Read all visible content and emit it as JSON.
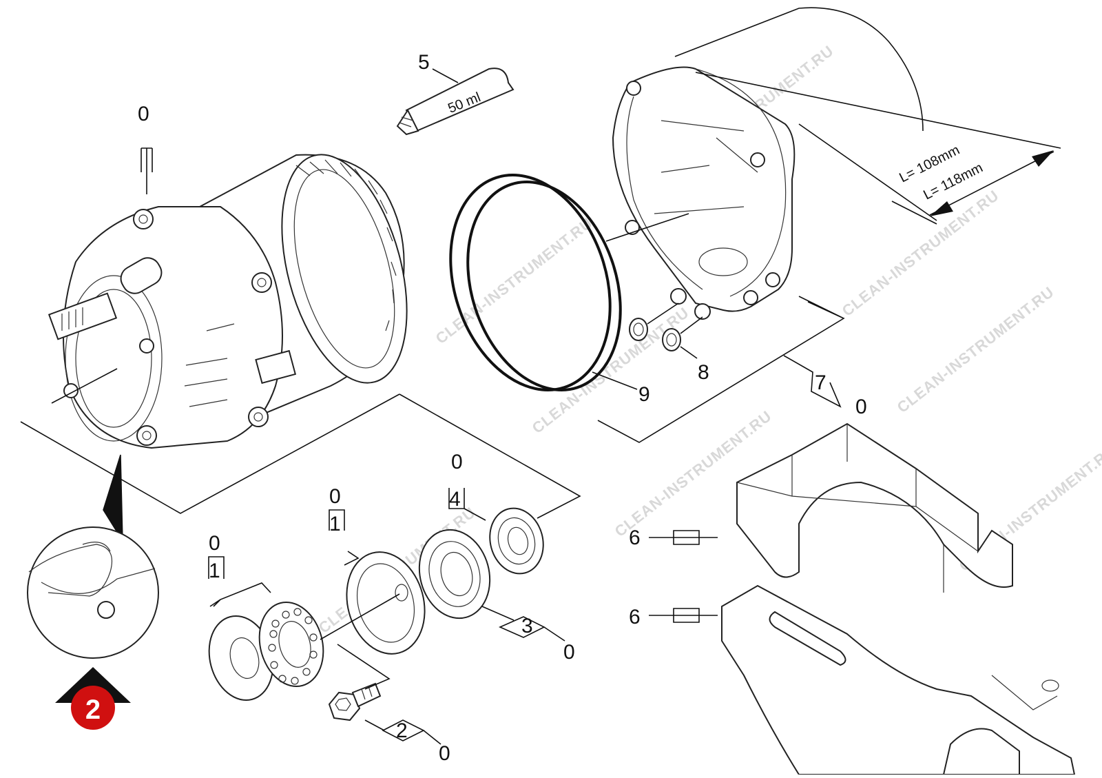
{
  "watermark": "CLEAN-INSTRUMENT.RU",
  "tube_label": "50 ml",
  "dimensions": {
    "short": "L= 108mm",
    "long": "L= 118mm"
  },
  "callouts": {
    "c0_motor": "0",
    "c0_a": "0",
    "c1_a": "1",
    "c0_b": "0",
    "c1_b": "1",
    "c0_c": "0",
    "c4": "4",
    "c5": "5",
    "c9": "9",
    "c8": "8",
    "c7": "7",
    "c0_d": "0",
    "c6_top": "6",
    "c6_bottom": "6",
    "c3": "3",
    "c0_e": "0",
    "c2": "2",
    "c0_f": "0"
  },
  "detail_marker": "2",
  "colors": {
    "marker": "#d01010",
    "lines": "#111111",
    "watermark": "#d8d8d8"
  }
}
